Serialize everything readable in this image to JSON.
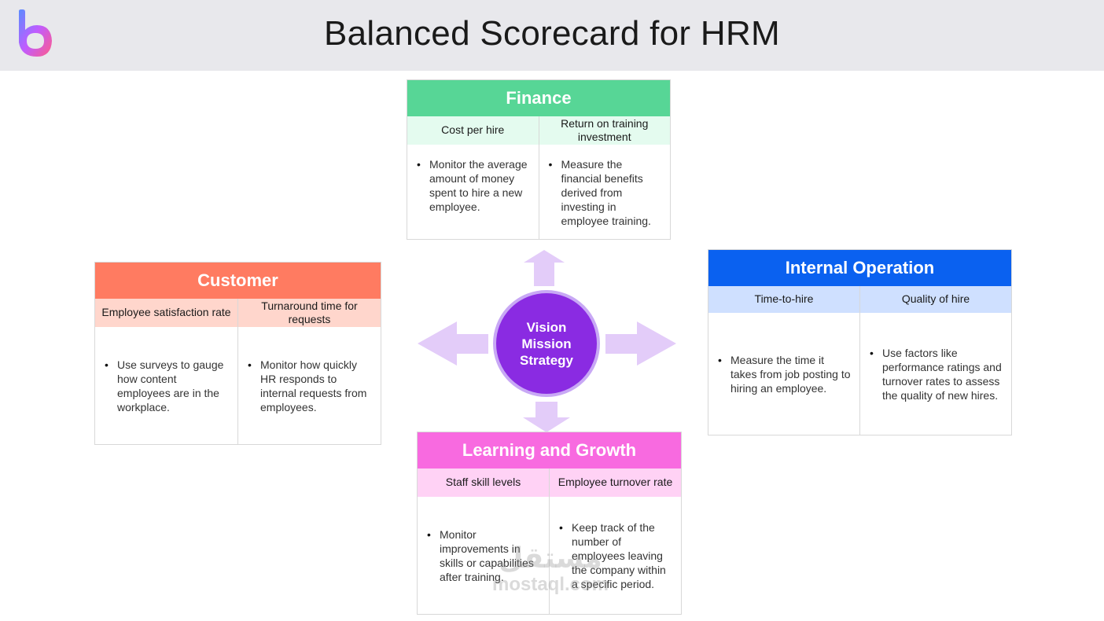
{
  "page": {
    "title": "Balanced Scorecard for HRM"
  },
  "center": {
    "line1": "Vision",
    "line2": "Mission",
    "line3": "Strategy"
  },
  "finance": {
    "title": "Finance",
    "col1": {
      "heading": "Cost per hire",
      "text": "Monitor the average amount of money spent to hire a new employee."
    },
    "col2": {
      "heading": "Return on training investment",
      "text": "Measure the financial benefits derived from investing in employee training."
    }
  },
  "customer": {
    "title": "Customer",
    "col1": {
      "heading": "Employee satisfaction rate",
      "text": "Use surveys to gauge how content employees are in the workplace."
    },
    "col2": {
      "heading": "Turnaround time for requests",
      "text": "Monitor how quickly HR responds to internal requests from employees."
    }
  },
  "internal": {
    "title": "Internal Operation",
    "col1": {
      "heading": "Time-to-hire",
      "text": "Measure the time it takes from job posting to hiring an employee."
    },
    "col2": {
      "heading": "Quality of hire",
      "text": "Use factors like performance ratings and turnover rates to assess the quality of new hires."
    }
  },
  "learning": {
    "title": "Learning and Growth",
    "col1": {
      "heading": "Staff skill levels",
      "text": "Monitor improvements in skills or capabilities after training."
    },
    "col2": {
      "heading": "Employee turnover rate",
      "text": "Keep track of the number of employees leaving the company within a specific period."
    }
  },
  "watermark": {
    "arabic": "مستقل",
    "latin": "mostaql.com"
  },
  "colors": {
    "finance_head": "#57d696",
    "finance_sub": "#e4fbef",
    "customer_head": "#ff7b61",
    "customer_sub": "#ffd6cc",
    "internal_head": "#0a61f0",
    "internal_sub": "#cfe0ff",
    "learning_head": "#f86ae0",
    "learning_sub": "#ffd2f5",
    "center_fill": "#8a2be2",
    "arrow": "#e3ccf9"
  }
}
